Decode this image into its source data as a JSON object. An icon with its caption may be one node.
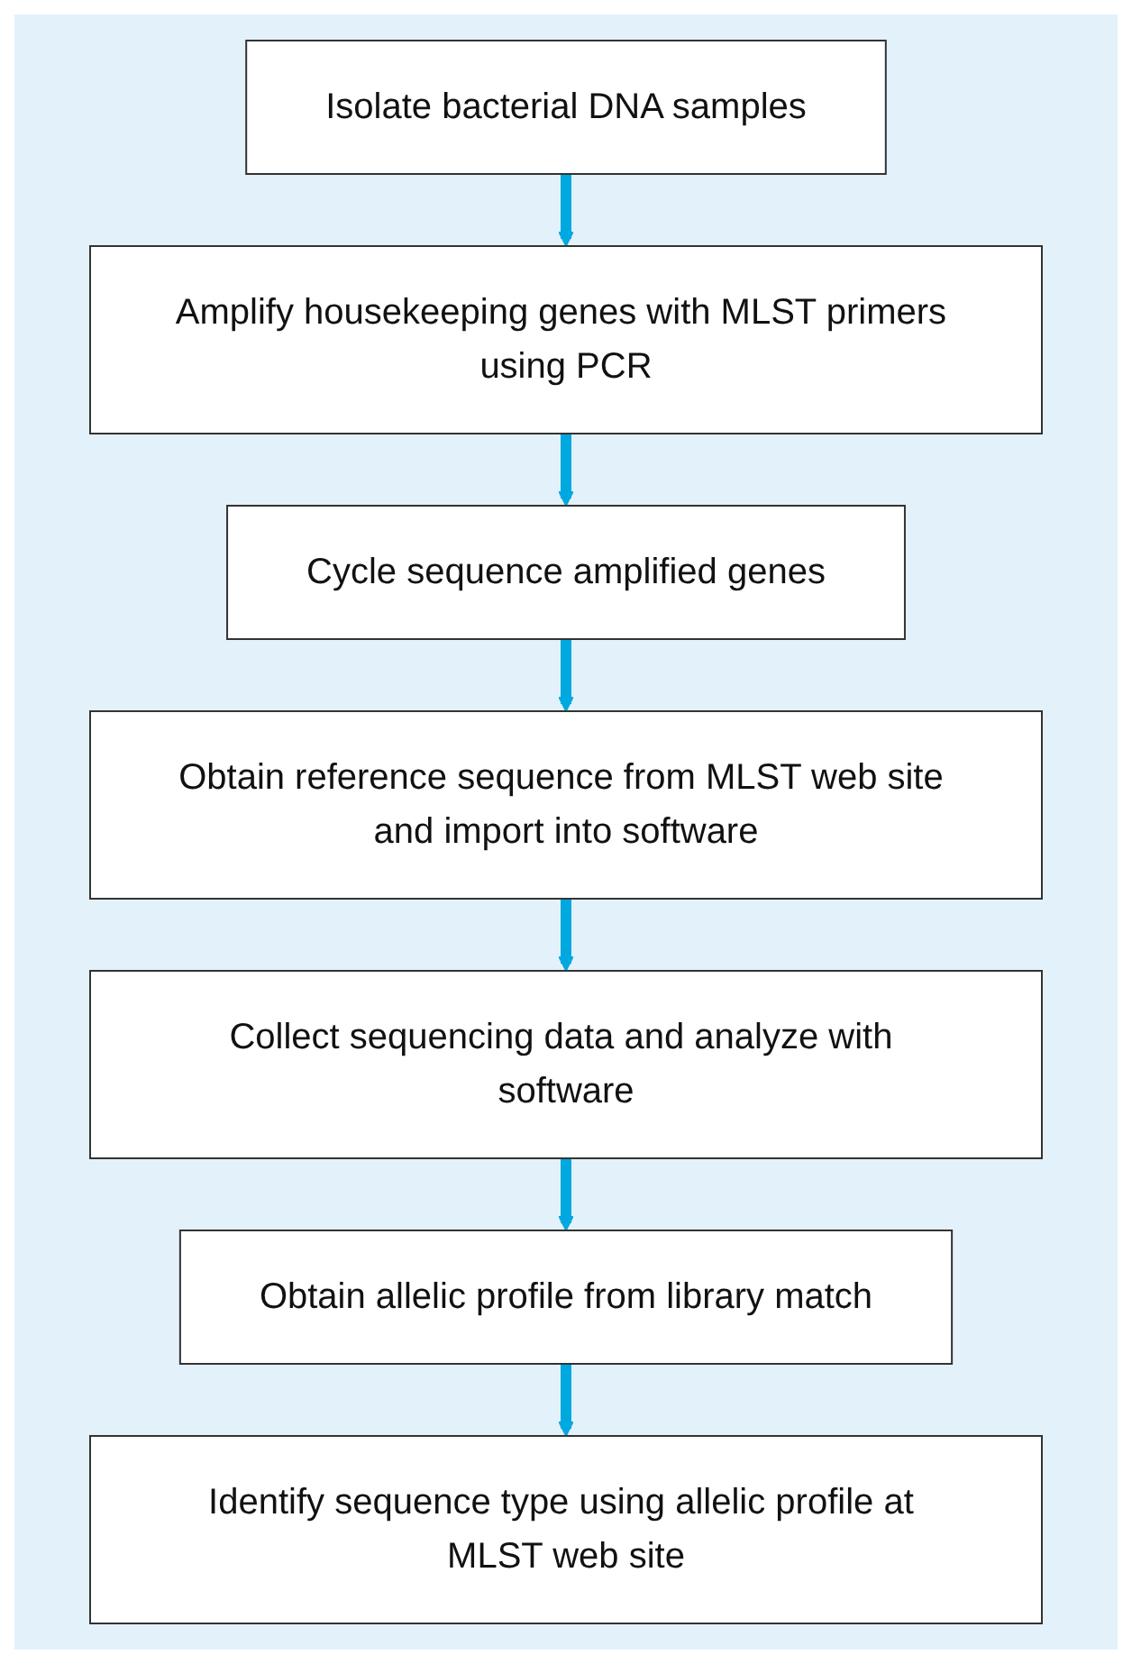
{
  "diagram": {
    "nodes": [
      {
        "text": [
          "Isolate bacterial DNA samples"
        ]
      },
      {
        "text": [
          "Amplify housekeeping genes with MLST primers using PCR"
        ]
      },
      {
        "text": [
          "Cycle sequence amplified genes"
        ]
      },
      {
        "text": [
          "Obtain reference sequence from MLST web site and import into software"
        ]
      },
      {
        "text": [
          "Collect sequencing data and analyze with software"
        ]
      },
      {
        "text": [
          "Obtain allelic profile from library match"
        ]
      },
      {
        "text": [
          "Identify sequence type using allelic profile at MLST web site"
        ]
      }
    ],
    "edges": [
      {
        "from": 0,
        "to": 1,
        "arrow": "to"
      },
      {
        "from": 1,
        "to": 2,
        "arrow": "to"
      },
      {
        "from": 2,
        "to": 3,
        "arrow": "to"
      },
      {
        "from": 3,
        "to": 4,
        "arrow": "to"
      },
      {
        "from": 4,
        "to": 5,
        "arrow": "to"
      },
      {
        "from": 5,
        "to": 6,
        "arrow": "to"
      }
    ]
  }
}
